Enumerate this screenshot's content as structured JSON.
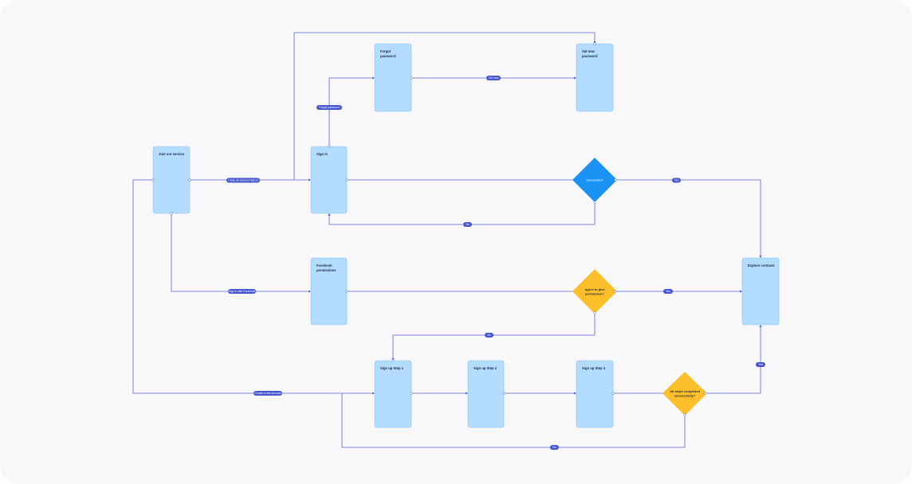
{
  "colors": {
    "background": "#f8f8fa",
    "screen_fill": "#b3dcff",
    "screen_stroke": "#8cc3f2",
    "connector": "#5964d8",
    "pill": "#4556cf",
    "decision_blue": "#1a93f4",
    "decision_yellow": "#fdc02a"
  },
  "screens": {
    "join": "Join our service",
    "signin": "Sign in",
    "forgot": [
      "Forgot",
      "password"
    ],
    "setnew": [
      "Set new",
      "password"
    ],
    "facebook": [
      "Facebook",
      "permissions"
    ],
    "explore": "Explore  contacts",
    "step1": "Sign up Step 1",
    "step2": "Sign up Step 2",
    "step3": "Sign up Step 3"
  },
  "decisions": {
    "successful": "Successful?",
    "agree": [
      "Agree to give",
      "permission?"
    ],
    "allsteps": [
      "All steps completed",
      "successfully?"
    ]
  },
  "labels": {
    "have_account": "I have an account Sign in",
    "forgot_password": "Forgot password",
    "set_new": "Set new",
    "yes_success": "Yes",
    "no_success": "No",
    "signin_facebook": "Sign in with Facebook",
    "yes_agree": "Yes",
    "no_agree": "No",
    "create_account": "Create a new account",
    "yes_steps": "Yes",
    "no_steps": "No"
  }
}
